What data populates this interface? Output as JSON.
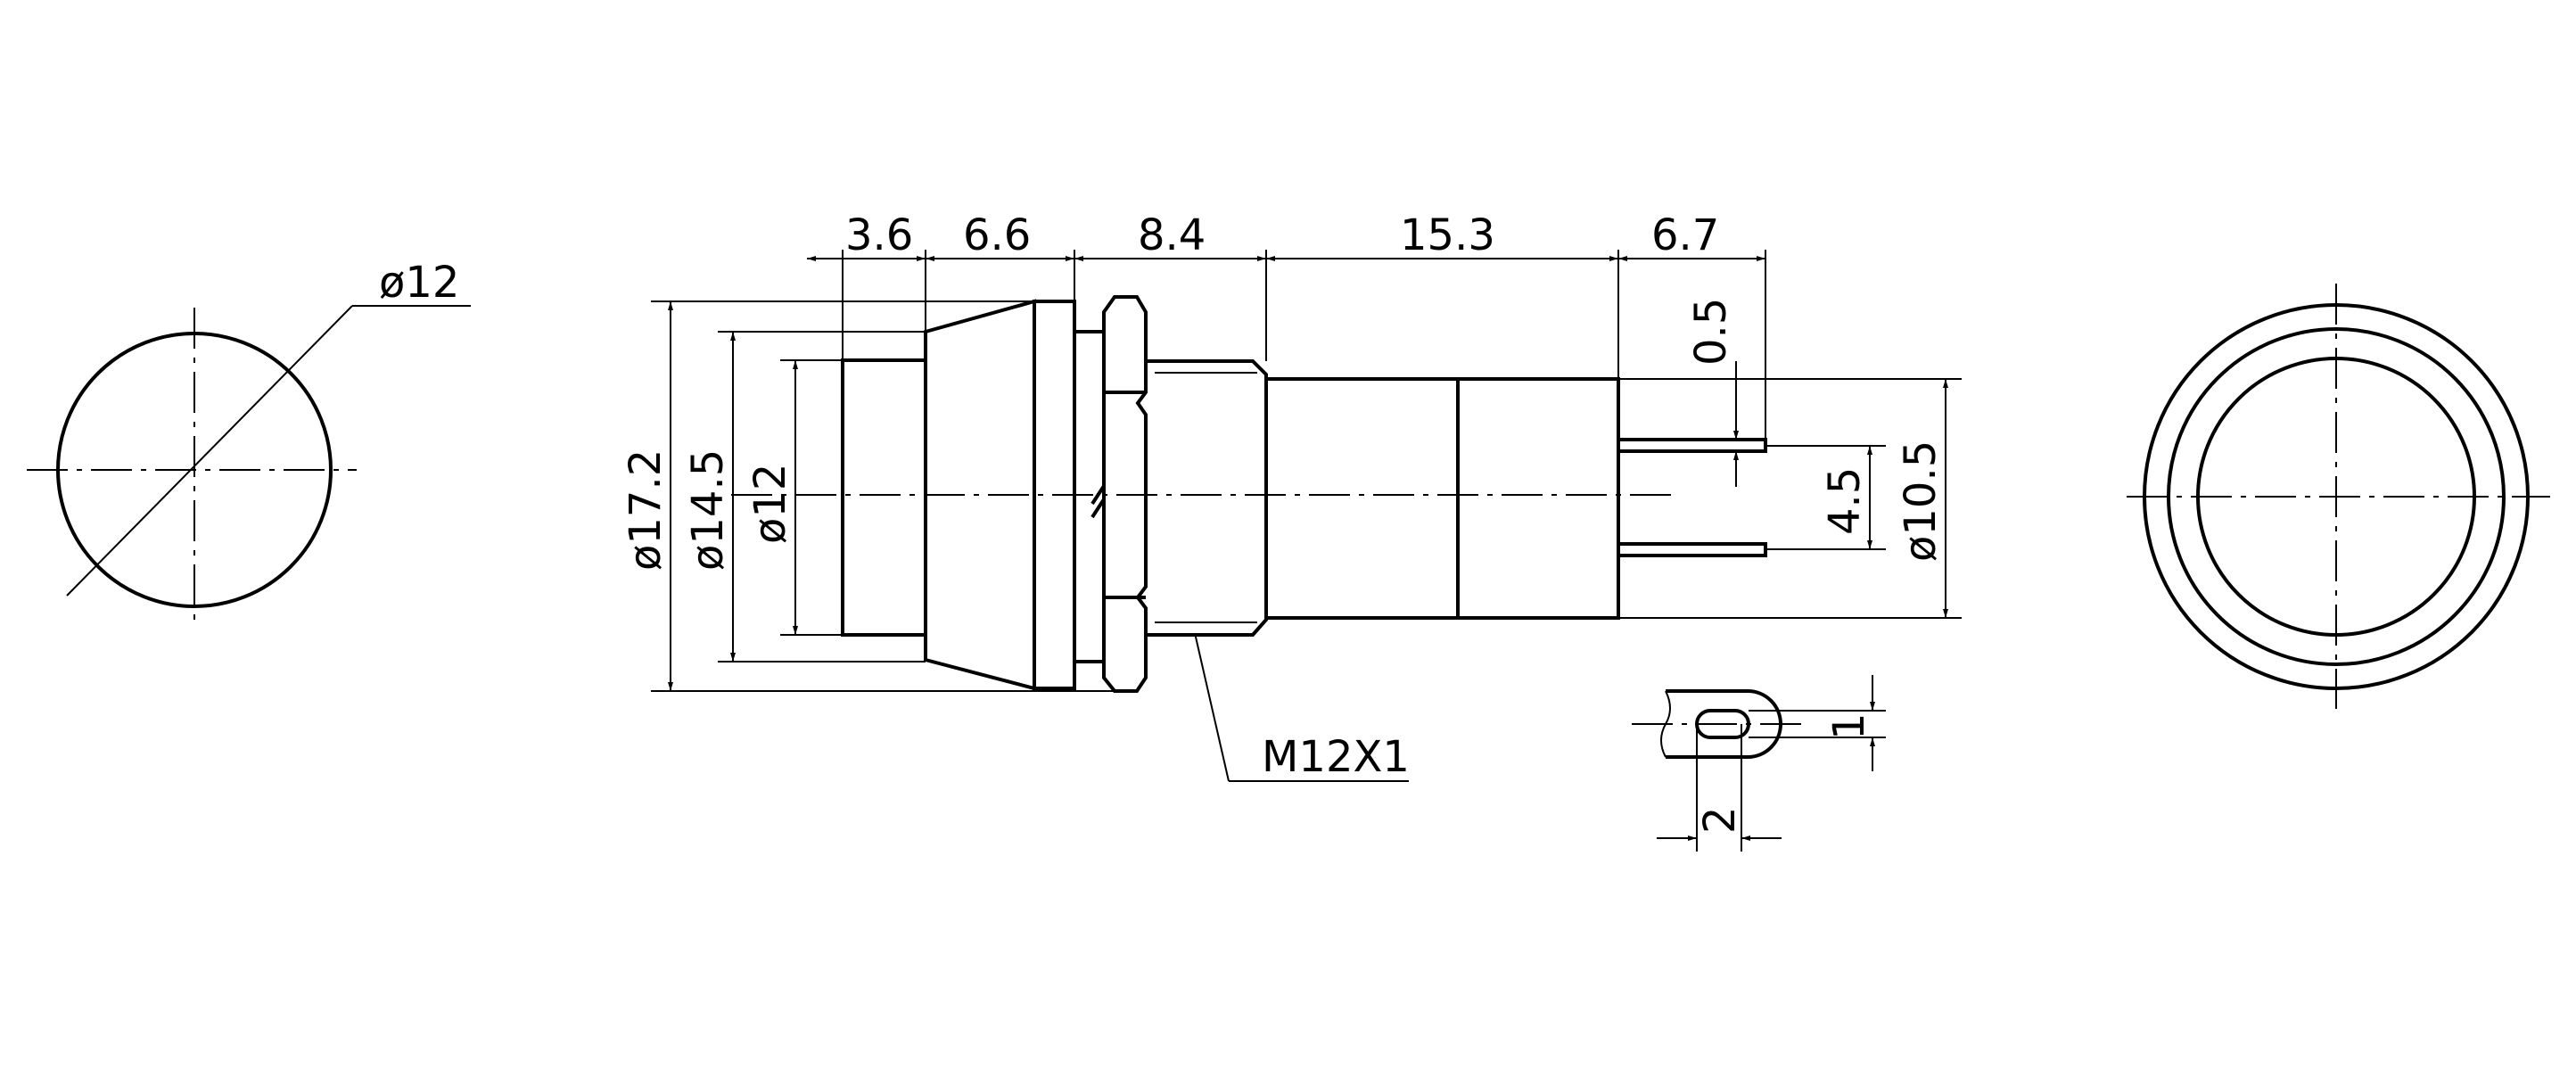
{
  "dimensions": {
    "face_diameter": "ø12",
    "cap_length": "3.6",
    "bezel_length": "6.6",
    "nut_length": "8.4",
    "body_length": "15.3",
    "terminal_length": "6.7",
    "bezel_diameter": "ø17.2",
    "nut_diameter": "ø14.5",
    "cap_diameter": "ø12",
    "body_diameter": "ø10.5",
    "terminal_thickness": "0.5",
    "terminal_spacing": "4.5",
    "thread": "M12X1",
    "terminal_hole": "1",
    "terminal_width": "2"
  }
}
